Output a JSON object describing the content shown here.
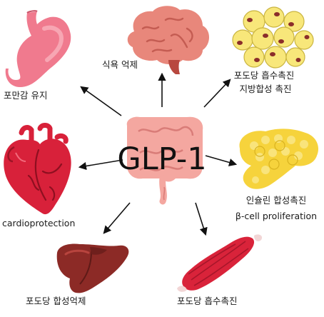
{
  "diagram": {
    "center": "GLP-1",
    "targets": [
      {
        "key": "stomach",
        "label": "포만감 유지"
      },
      {
        "key": "brain",
        "label": "식욕 억제"
      },
      {
        "key": "adipose",
        "label_line1": "포도당 흡수촉진",
        "label_line2": "지방합성 촉진"
      },
      {
        "key": "heart",
        "label": "cardioprotection"
      },
      {
        "key": "pancreas",
        "label_line1": "인슐린 합성촉진",
        "label_line2": "β-cell proliferation"
      },
      {
        "key": "liver",
        "label": "포도당 합성억제"
      },
      {
        "key": "muscle",
        "label": "포도당 흡수촉진"
      }
    ]
  },
  "colors": {
    "intestine": "#f4a7a0",
    "intestine_dark": "#d97c78",
    "stomach": "#f07a8e",
    "brain": "#e8877b",
    "brain_dark": "#c45c52",
    "adipose_cell": "#f8e77a",
    "adipose_nucleus": "#8b2e2a",
    "heart": "#d8213a",
    "pancreas": "#f6d33c",
    "liver": "#8c2a26",
    "muscle": "#d9233a",
    "arrow": "#111111"
  }
}
